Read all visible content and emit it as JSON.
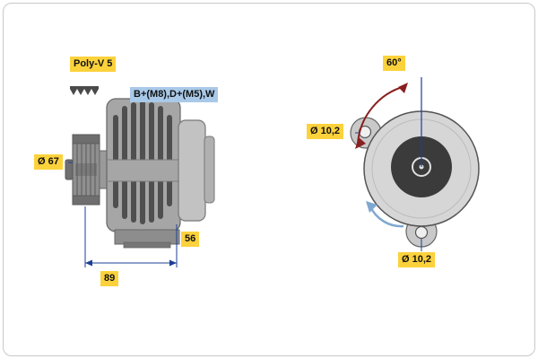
{
  "title": "Alternator technical drawing",
  "colors": {
    "label-yellow": "#fcd23c",
    "label-blue": "#a9c9e8",
    "dimension-line": "#1c3f94",
    "angle-arrow": "#8a1f1f",
    "rotation-arrow": "#7fa8d0"
  },
  "drawing": {
    "side_view": {
      "belt_type": "Poly-V 5",
      "terminals": "B+(M8),D+(M5),W",
      "pulley_diameter": "Ø 67",
      "depth_dim": "56",
      "length_dim": "89"
    },
    "front_view": {
      "swing_angle": "60°",
      "hole_top": "Ø 10,2",
      "hole_bottom": "Ø 10,2"
    }
  }
}
